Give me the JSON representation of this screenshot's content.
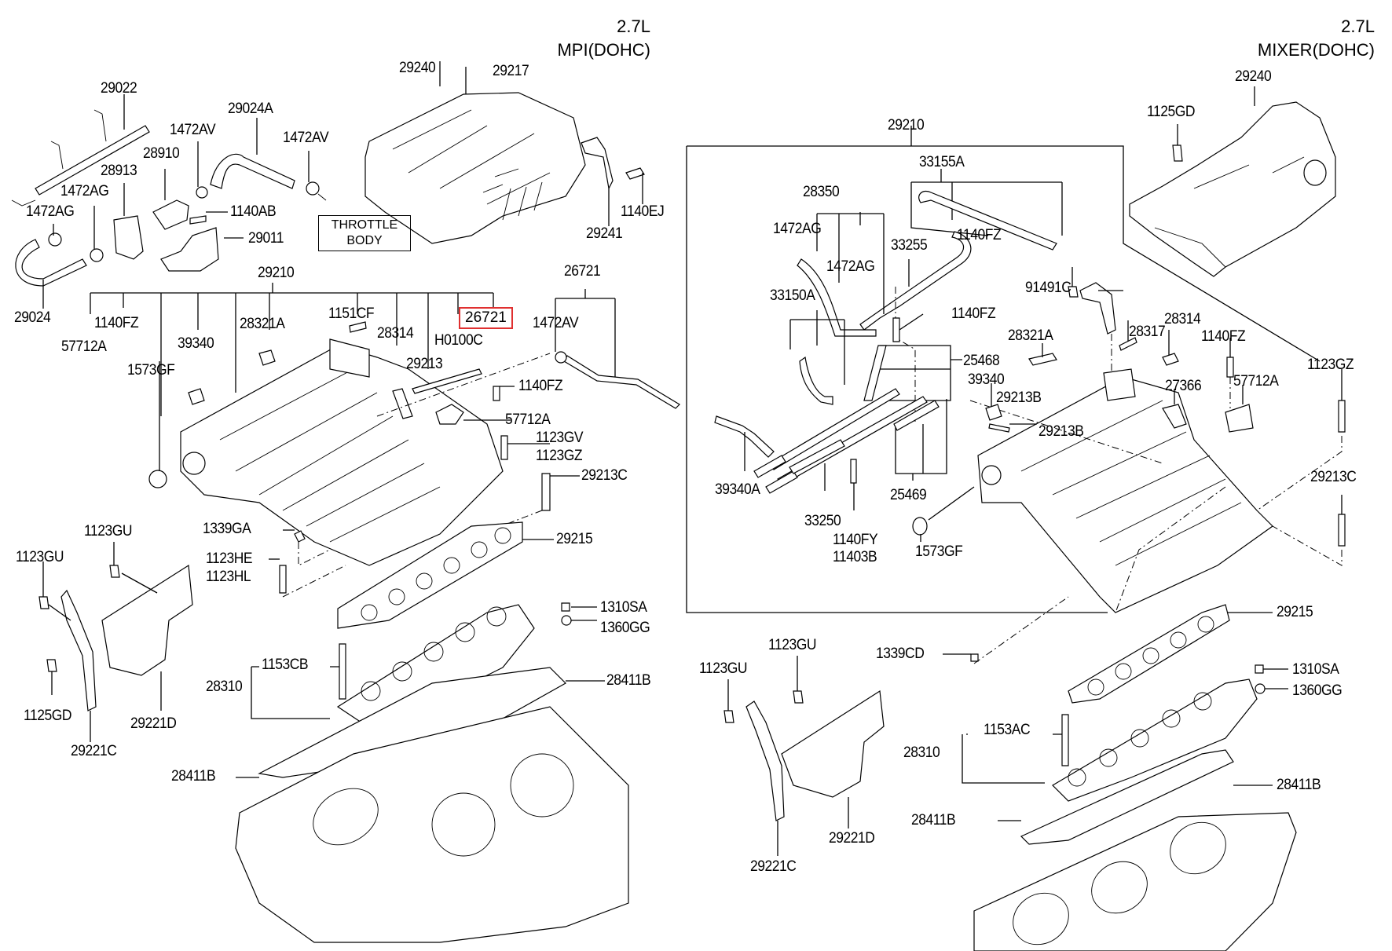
{
  "diagram": {
    "title": "Intake Manifold Parts Diagram",
    "highlight_color": "#e03030",
    "left_section": {
      "header_line1": "2.7L",
      "header_line2": "MPI(DOHC)",
      "throttle_box_line1": "THROTTLE",
      "throttle_box_line2": "BODY",
      "highlighted_part": "26721",
      "labels": {
        "p29022": "29022",
        "p29024A": "29024A",
        "p1472AV_a": "1472AV",
        "p1472AV_b": "1472AV",
        "p28910": "28910",
        "p28913": "28913",
        "p1472AG_a": "1472AG",
        "p1472AG_b": "1472AG",
        "p1140AB": "1140AB",
        "p29011": "29011",
        "p29024": "29024",
        "p29240": "29240",
        "p29217": "29217",
        "p29241": "29241",
        "p1140EJ": "1140EJ",
        "p29210": "29210",
        "p1140FZ_a": "1140FZ",
        "p57712A_a": "57712A",
        "p39340": "39340",
        "p1573GF": "1573GF",
        "p28321A": "28321A",
        "p1151CF": "1151CF",
        "p28314": "28314",
        "p29213": "29213",
        "pH0100C": "H0100C",
        "p26721_top": "26721",
        "p1472AV_c": "1472AV",
        "p1140FZ_b": "1140FZ",
        "p57712A_b": "57712A",
        "p1123GV": "1123GV",
        "p1123GZ": "1123GZ",
        "p29213C": "29213C",
        "p1339GA": "1339GA",
        "p29215": "29215",
        "p1123HE": "1123HE",
        "p1123HL": "1123HL",
        "p1123GU_a": "1123GU",
        "p1123GU_b": "1123GU",
        "p1310SA": "1310SA",
        "p1360GG": "1360GG",
        "p1153CB": "1153CB",
        "p28310": "28310",
        "p28411B_a": "28411B",
        "p28411B_b": "28411B",
        "p1125GD": "1125GD",
        "p29221D": "29221D",
        "p29221C": "29221C"
      }
    },
    "right_section": {
      "header_line1": "2.7L",
      "header_line2": "MIXER(DOHC)",
      "labels": {
        "p29240": "29240",
        "p1125GD_top": "1125GD",
        "p29210": "29210",
        "p33155A": "33155A",
        "p28350": "28350",
        "p1472AG_a": "1472AG",
        "p1472AG_b": "1472AG",
        "p33255": "33255",
        "p1140FZ_a": "1140FZ",
        "p91491C": "91491C",
        "p33150A": "33150A",
        "p1140FZ_b": "1140FZ",
        "p28314": "28314",
        "p28321A": "28321A",
        "p28317": "28317",
        "p1140FZ_c": "1140FZ",
        "p1123GZ": "1123GZ",
        "p25468": "25468",
        "p39340": "39340",
        "p29213B_a": "29213B",
        "p29213B_b": "29213B",
        "p27366": "27366",
        "p57712A": "57712A",
        "p39340A": "39340A",
        "p33250": "33250",
        "p25469": "25469",
        "p1140FY": "1140FY",
        "p11403B": "11403B",
        "p1573GF": "1573GF",
        "p29213C": "29213C",
        "p29215": "29215",
        "p1339CD": "1339CD",
        "p1123GU_a": "1123GU",
        "p1123GU_b": "1123GU",
        "p1310SA": "1310SA",
        "p1360GG": "1360GG",
        "p1153AC": "1153AC",
        "p28310": "28310",
        "p28411B_a": "28411B",
        "p28411B_b": "28411B",
        "p29221D": "29221D",
        "p29221C": "29221C"
      }
    }
  }
}
